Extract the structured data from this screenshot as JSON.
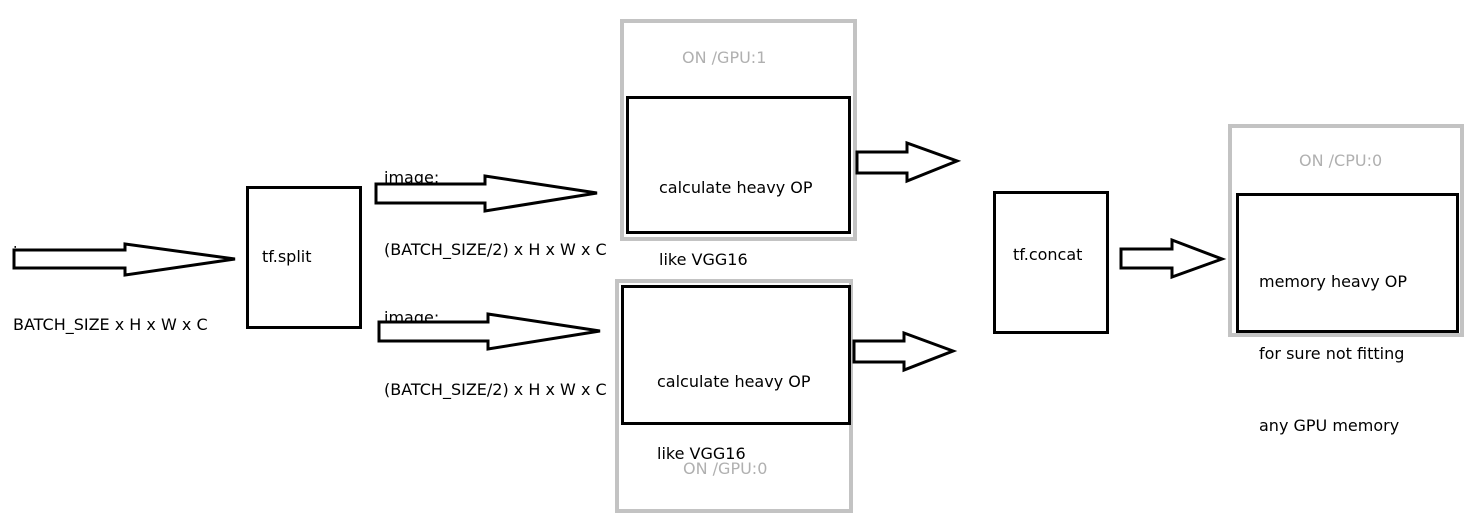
{
  "input": {
    "line1": "image:",
    "line2": "BATCH_SIZE x H x W x C"
  },
  "split": {
    "label": "tf.split"
  },
  "branch_top": {
    "input_line1": "image:",
    "input_line2": "(BATCH_SIZE/2) x H x W x C",
    "device": "ON /GPU:1",
    "op_line1": "calculate heavy OP",
    "op_line2": "like VGG16"
  },
  "branch_bottom": {
    "input_line1": "image:",
    "input_line2": "(BATCH_SIZE/2) x H x W x C",
    "device": "ON /GPU:0",
    "op_line1": "calculate heavy OP",
    "op_line2": "like VGG16"
  },
  "concat": {
    "label": "tf.concat"
  },
  "cpu": {
    "device": "ON /CPU:0",
    "op_line1": "memory heavy OP",
    "op_line2": "for sure not fitting",
    "op_line3": "any GPU memory"
  },
  "colors": {
    "device_border": "#c3c3c3",
    "device_text": "#b0b0b0",
    "box_border": "#000000"
  }
}
